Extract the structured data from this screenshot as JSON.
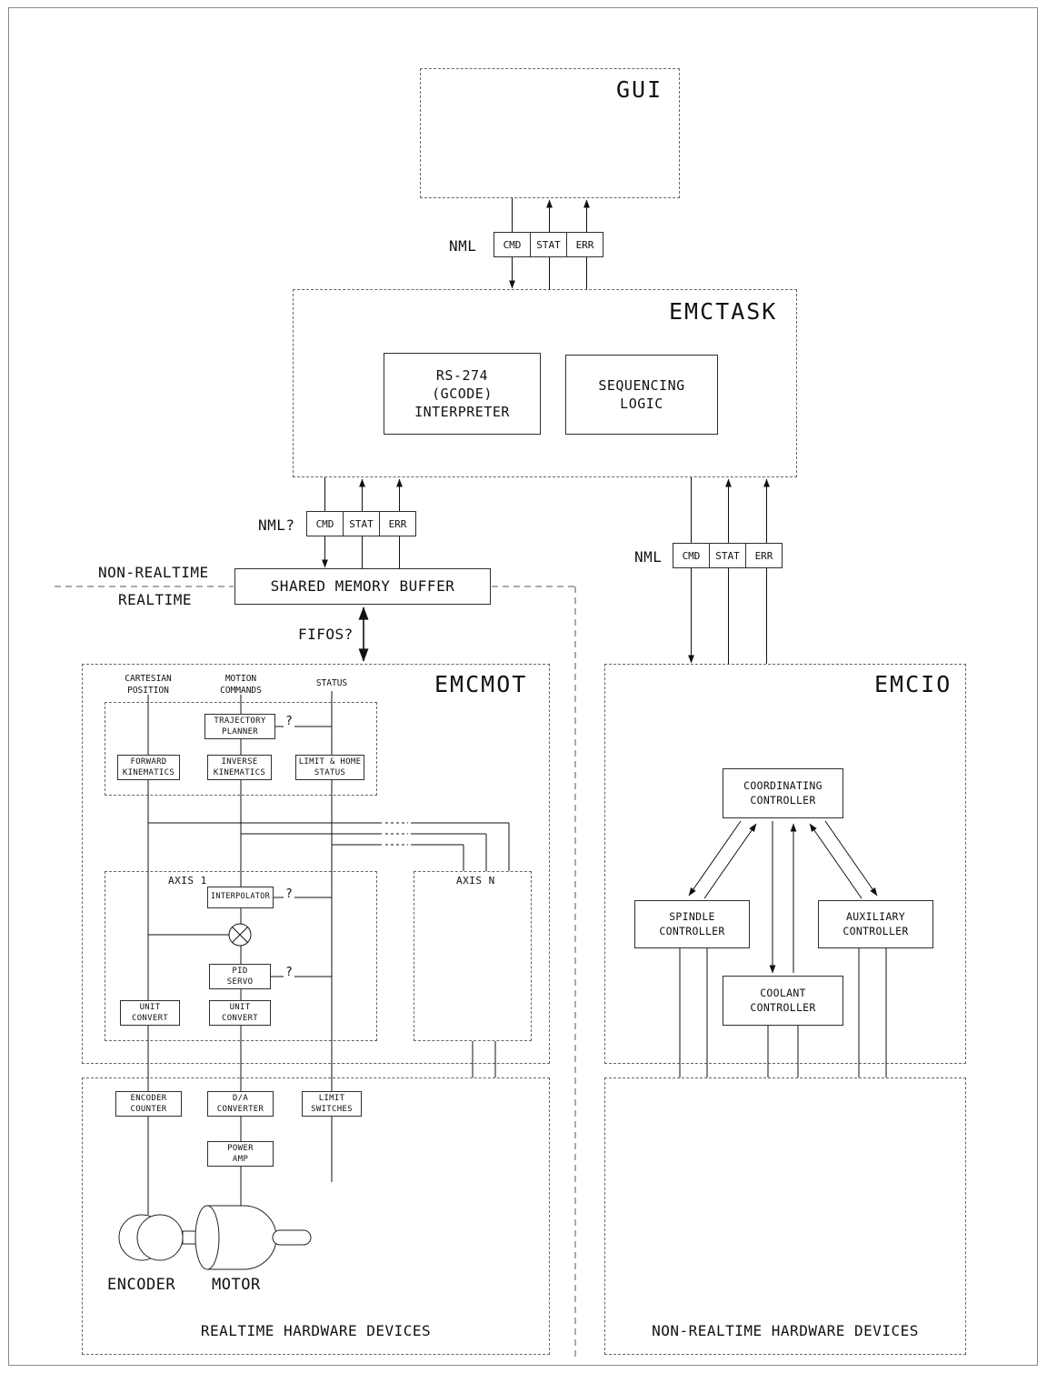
{
  "style": {
    "ink": "#111111",
    "dashed_border": "#666666",
    "background": "#ffffff"
  },
  "gui": {
    "title": "GUI"
  },
  "nml_gui": {
    "label": "NML",
    "cmd": "CMD",
    "stat": "STAT",
    "err": "ERR"
  },
  "emctask": {
    "title": "EMCTASK",
    "interpreter_lines": [
      "RS-274",
      "(GCODE)",
      "INTERPRETER"
    ],
    "sequencing_lines": [
      "SEQUENCING",
      "LOGIC"
    ]
  },
  "nml_task_mot": {
    "label": "NML?",
    "cmd": "CMD",
    "stat": "STAT",
    "err": "ERR"
  },
  "nml_task_io": {
    "label": "NML",
    "cmd": "CMD",
    "stat": "STAT",
    "err": "ERR"
  },
  "boundary": {
    "non_realtime": "NON-REALTIME",
    "realtime": "REALTIME"
  },
  "shared_memory_buffer": {
    "label": "SHARED MEMORY BUFFER"
  },
  "fifos": {
    "label": "FIFOS?"
  },
  "emcmot": {
    "title": "EMCMOT",
    "cartesian_position": [
      "CARTESIAN",
      "POSITION"
    ],
    "motion_commands": [
      "MOTION",
      "COMMANDS"
    ],
    "status": "STATUS",
    "trajectory_planner": [
      "TRAJECTORY",
      "PLANNER"
    ],
    "forward_kinematics": [
      "FORWARD",
      "KINEMATICS"
    ],
    "inverse_kinematics": [
      "INVERSE",
      "KINEMATICS"
    ],
    "limit_home_status": [
      "LIMIT & HOME",
      "STATUS"
    ],
    "axis1": "AXIS 1",
    "axisn": "AXIS N",
    "interpolator": "INTERPOLATOR",
    "pid_servo": [
      "PID",
      "SERVO"
    ],
    "unit_convert": [
      "UNIT",
      "CONVERT"
    ],
    "question_mark": "?"
  },
  "emcio": {
    "title": "EMCIO",
    "coordinating_controller": [
      "COORDINATING",
      "CONTROLLER"
    ],
    "spindle_controller": [
      "SPINDLE",
      "CONTROLLER"
    ],
    "auxiliary_controller": [
      "AUXILIARY",
      "CONTROLLER"
    ],
    "coolant_controller": [
      "COOLANT",
      "CONTROLLER"
    ]
  },
  "hardware": {
    "encoder_counter": [
      "ENCODER",
      "COUNTER"
    ],
    "da_converter": [
      "D/A",
      "CONVERTER"
    ],
    "limit_switches": [
      "LIMIT",
      "SWITCHES"
    ],
    "power_amp": [
      "POWER",
      "AMP"
    ],
    "encoder_label": "ENCODER",
    "motor_label": "MOTOR",
    "realtime_title": "REALTIME HARDWARE DEVICES",
    "non_realtime_title": "NON-REALTIME HARDWARE DEVICES"
  }
}
